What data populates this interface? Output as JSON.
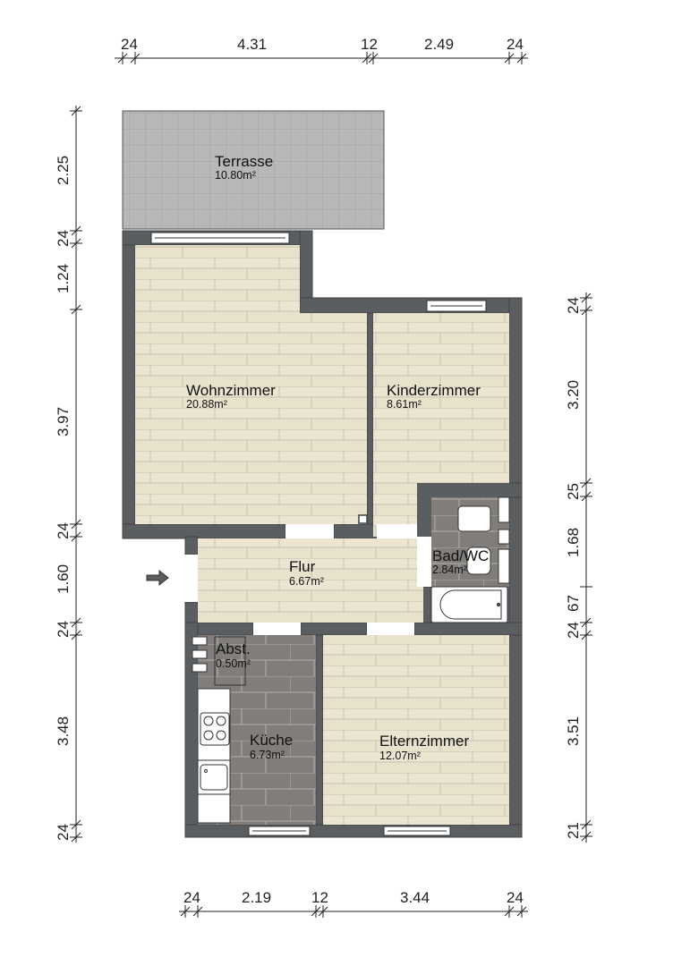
{
  "plan": {
    "colors": {
      "wall": "#5b5e60",
      "wall_edge": "#3e4143",
      "wood_floor": "#e8e2cd",
      "wood_joint": "#cfc9b6",
      "tile_floor": "#807d7b",
      "tile_joint": "#a9a6a3",
      "terrace": "#b8b6b7",
      "terrace_joint": "#a3a1a2",
      "fixture": "#ffffff"
    },
    "rooms": [
      {
        "id": "terrasse",
        "name": "Terrasse",
        "area": "10.80m²"
      },
      {
        "id": "wohnzimmer",
        "name": "Wohnzimmer",
        "area": "20.88m²"
      },
      {
        "id": "kinderzimmer",
        "name": "Kinderzimmer",
        "area": "8.61m²"
      },
      {
        "id": "flur",
        "name": "Flur",
        "area": "6.67m²"
      },
      {
        "id": "bad",
        "name": "Bad/WC",
        "area": "2.84m²"
      },
      {
        "id": "abst",
        "name": "Abst.",
        "area": "0.50m²"
      },
      {
        "id": "kueche",
        "name": "Küche",
        "area": "6.73m²"
      },
      {
        "id": "elternzimmer",
        "name": "Elternzimmer",
        "area": "12.07m²"
      }
    ],
    "entrance_icon": "arrow-right-icon"
  },
  "dimensions": {
    "top": [
      "24",
      "4.31",
      "12",
      "2.49",
      "24"
    ],
    "bottom": [
      "24",
      "2.19",
      "12",
      "3.44",
      "24"
    ],
    "left": [
      "2.25",
      "24",
      "1.24",
      "3.97",
      "24",
      "1.60",
      "24",
      "3.48",
      "24"
    ],
    "right": [
      "24",
      "3.20",
      "25",
      "1.68",
      "67",
      "24",
      "3.51",
      "21"
    ]
  }
}
